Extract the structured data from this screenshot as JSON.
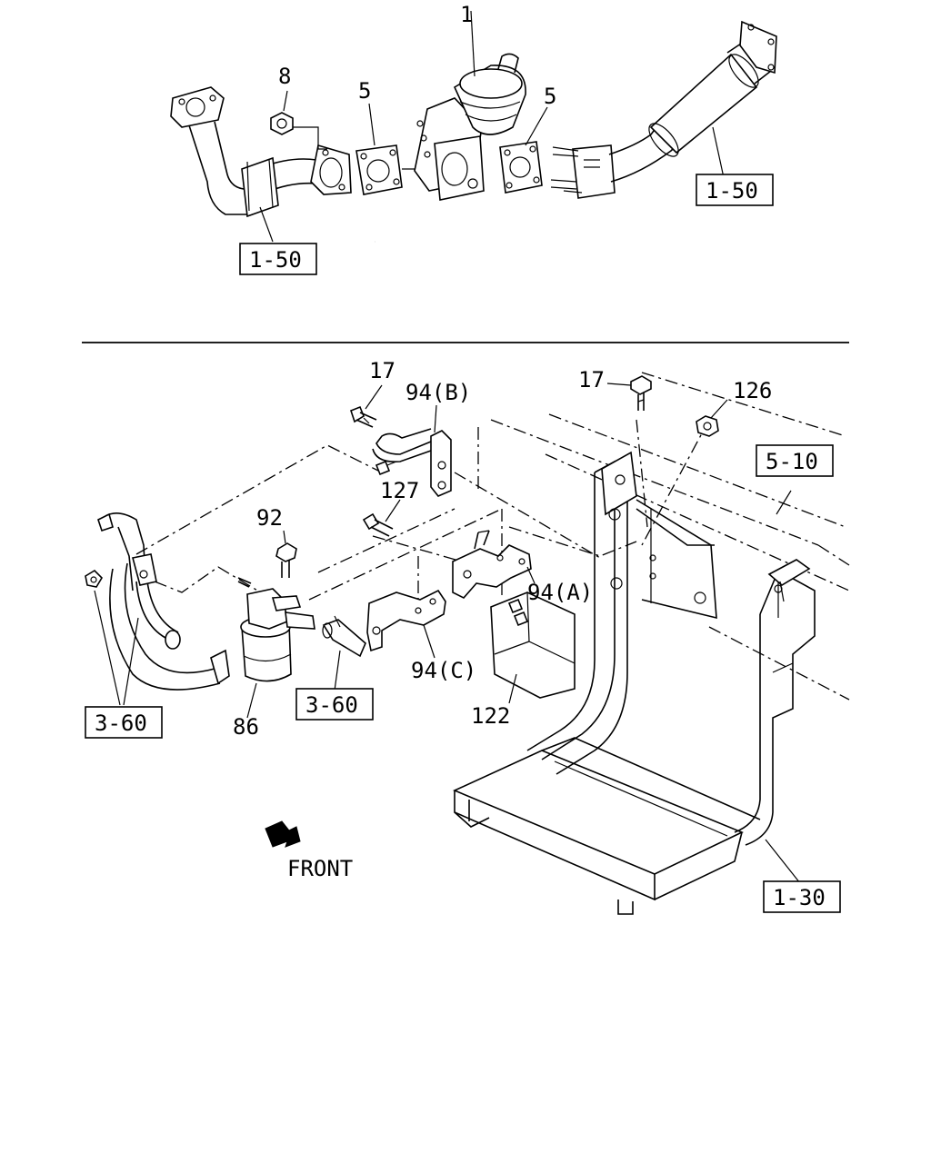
{
  "callouts": {
    "c1": "1",
    "c8": "8",
    "c5a": "5",
    "c5b": "5",
    "c17a": "17",
    "c17b": "17",
    "c94b": "94(B)",
    "c126": "126",
    "c127": "127",
    "c92": "92",
    "c94a": "94(A)",
    "c94c": "94(C)",
    "c86": "86",
    "c122": "122"
  },
  "refs": {
    "r150a": "1-50",
    "r150b": "1-50",
    "r510": "5-10",
    "r360a": "3-60",
    "r360b": "3-60",
    "r130": "1-30"
  },
  "front_label": "FRONT",
  "icons": {
    "front_arrow": "front-direction-arrow-icon"
  }
}
